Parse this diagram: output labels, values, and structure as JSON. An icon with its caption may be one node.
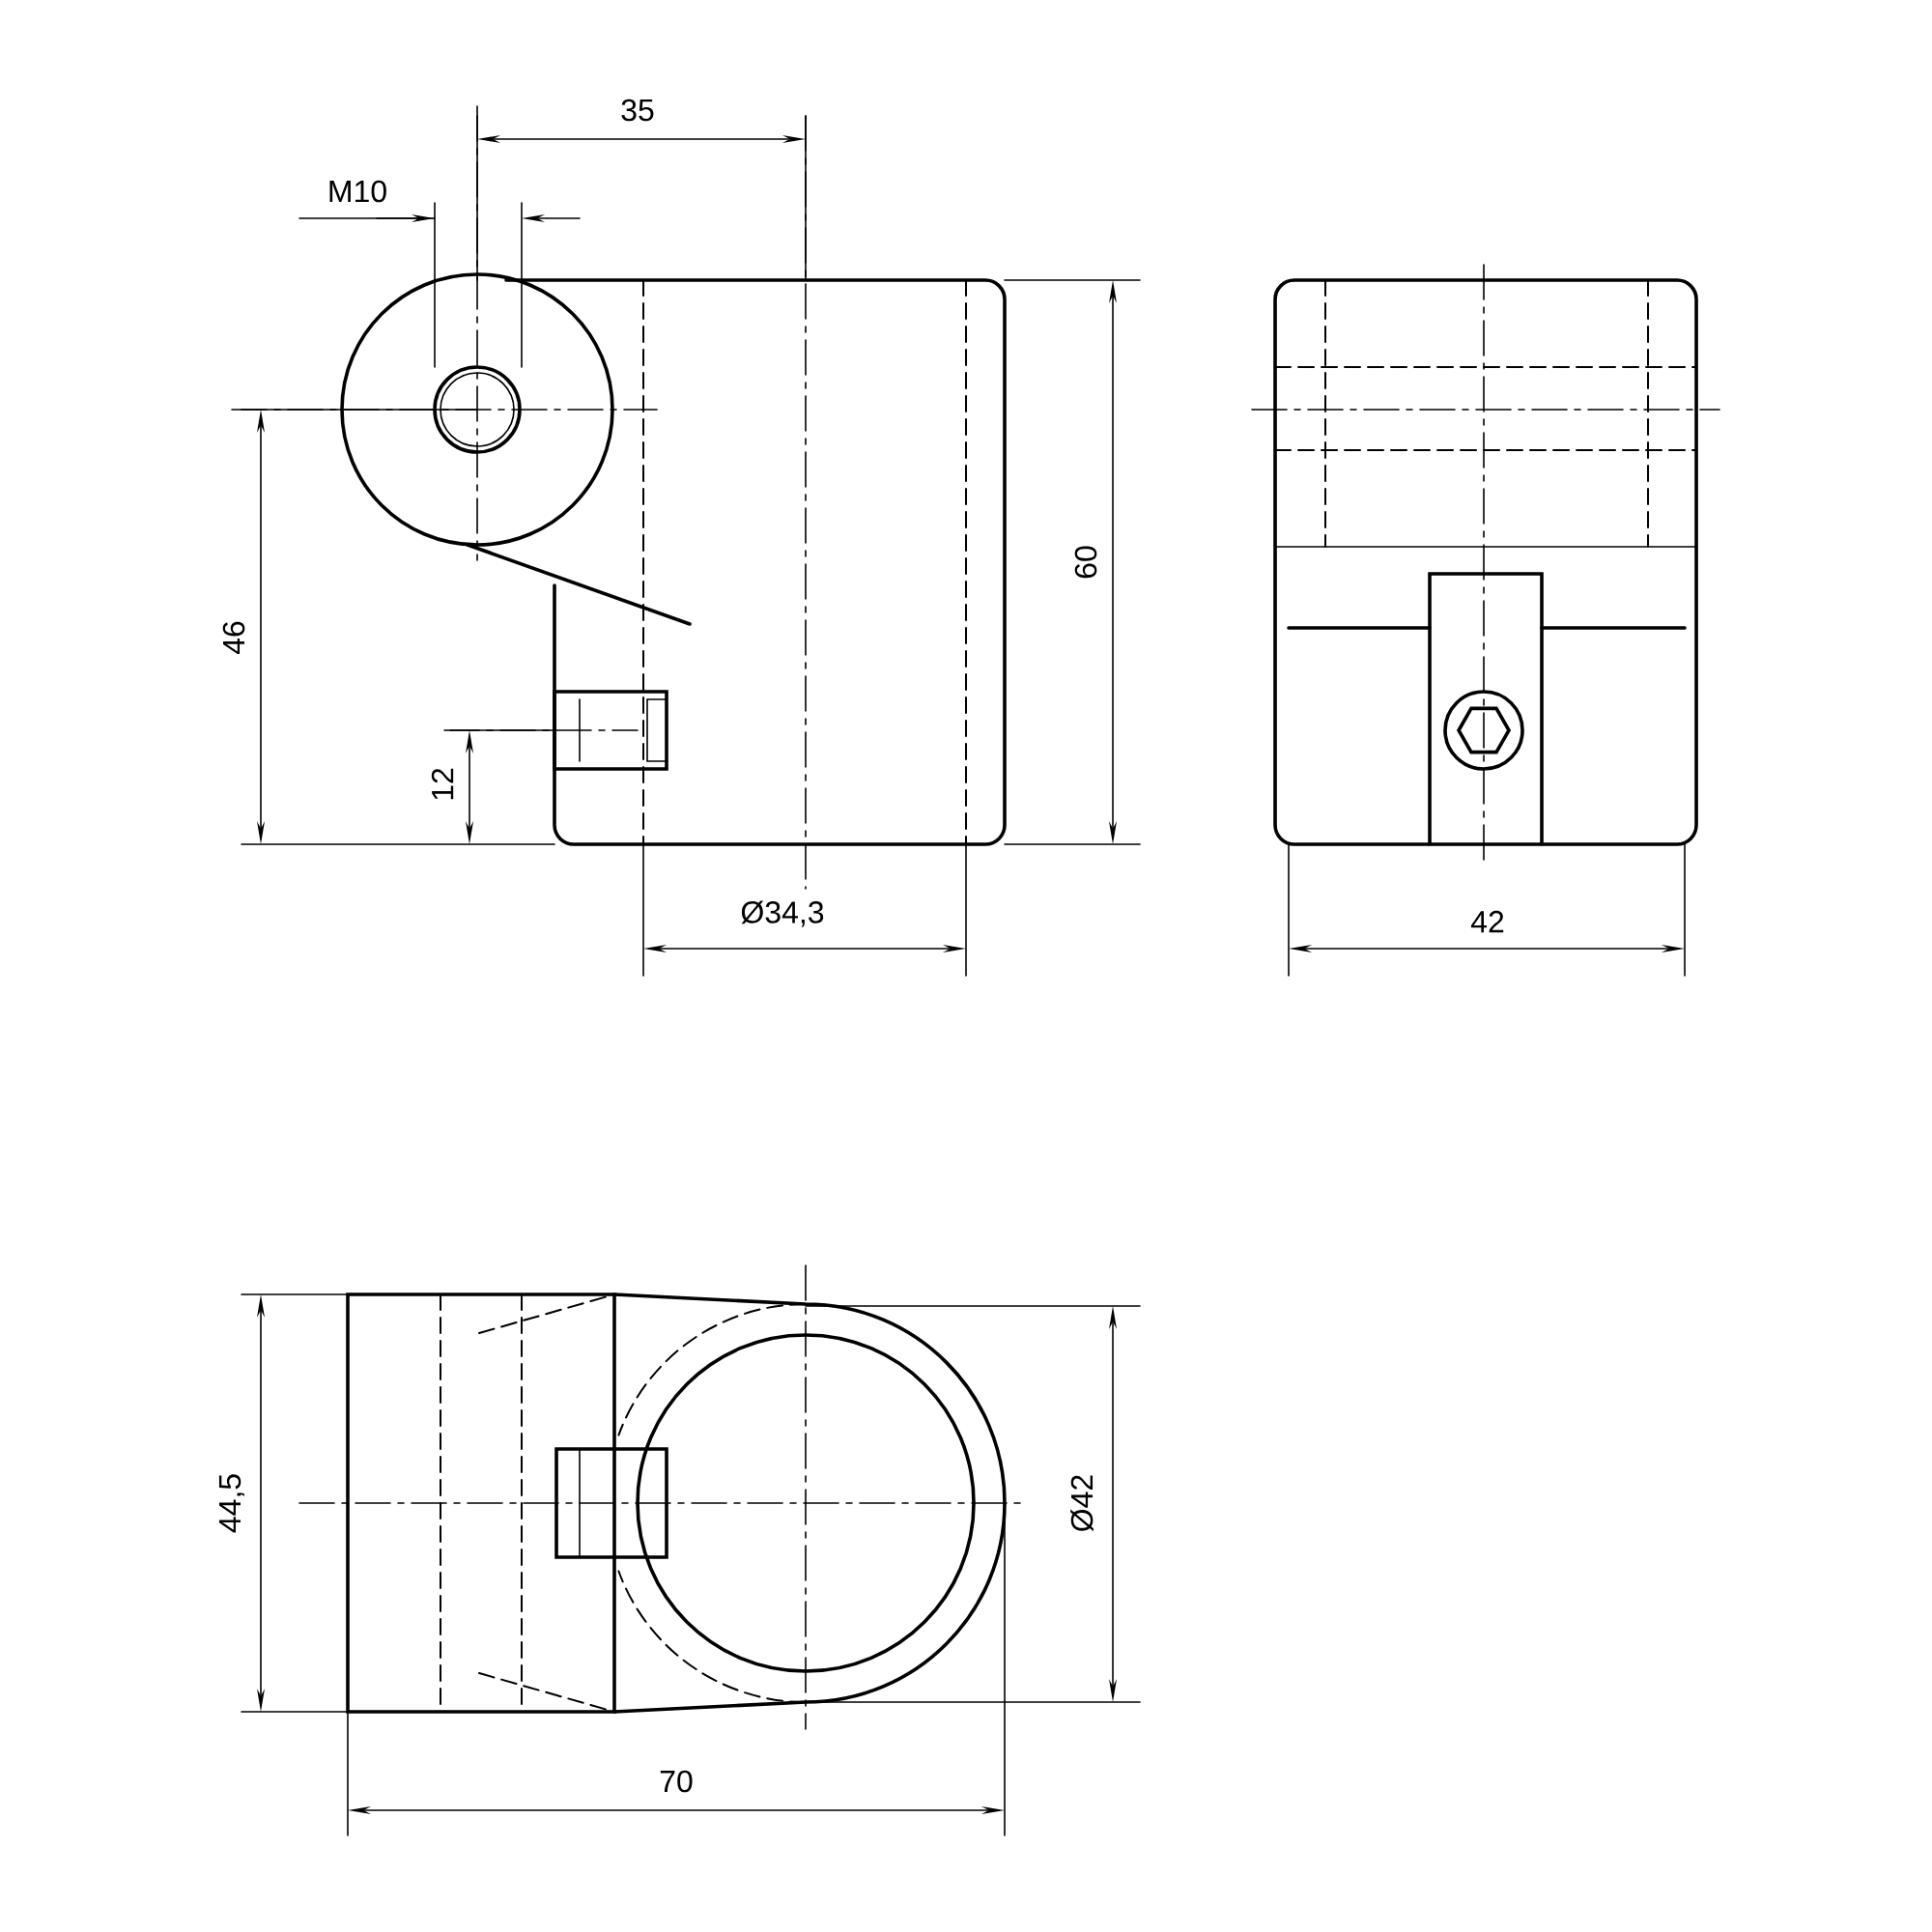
{
  "diagram": {
    "labels": [
      "35",
      "M10",
      "60",
      "46",
      "12",
      "Ø34,3",
      "42",
      "44,5",
      "Ø42",
      "70"
    ]
  }
}
